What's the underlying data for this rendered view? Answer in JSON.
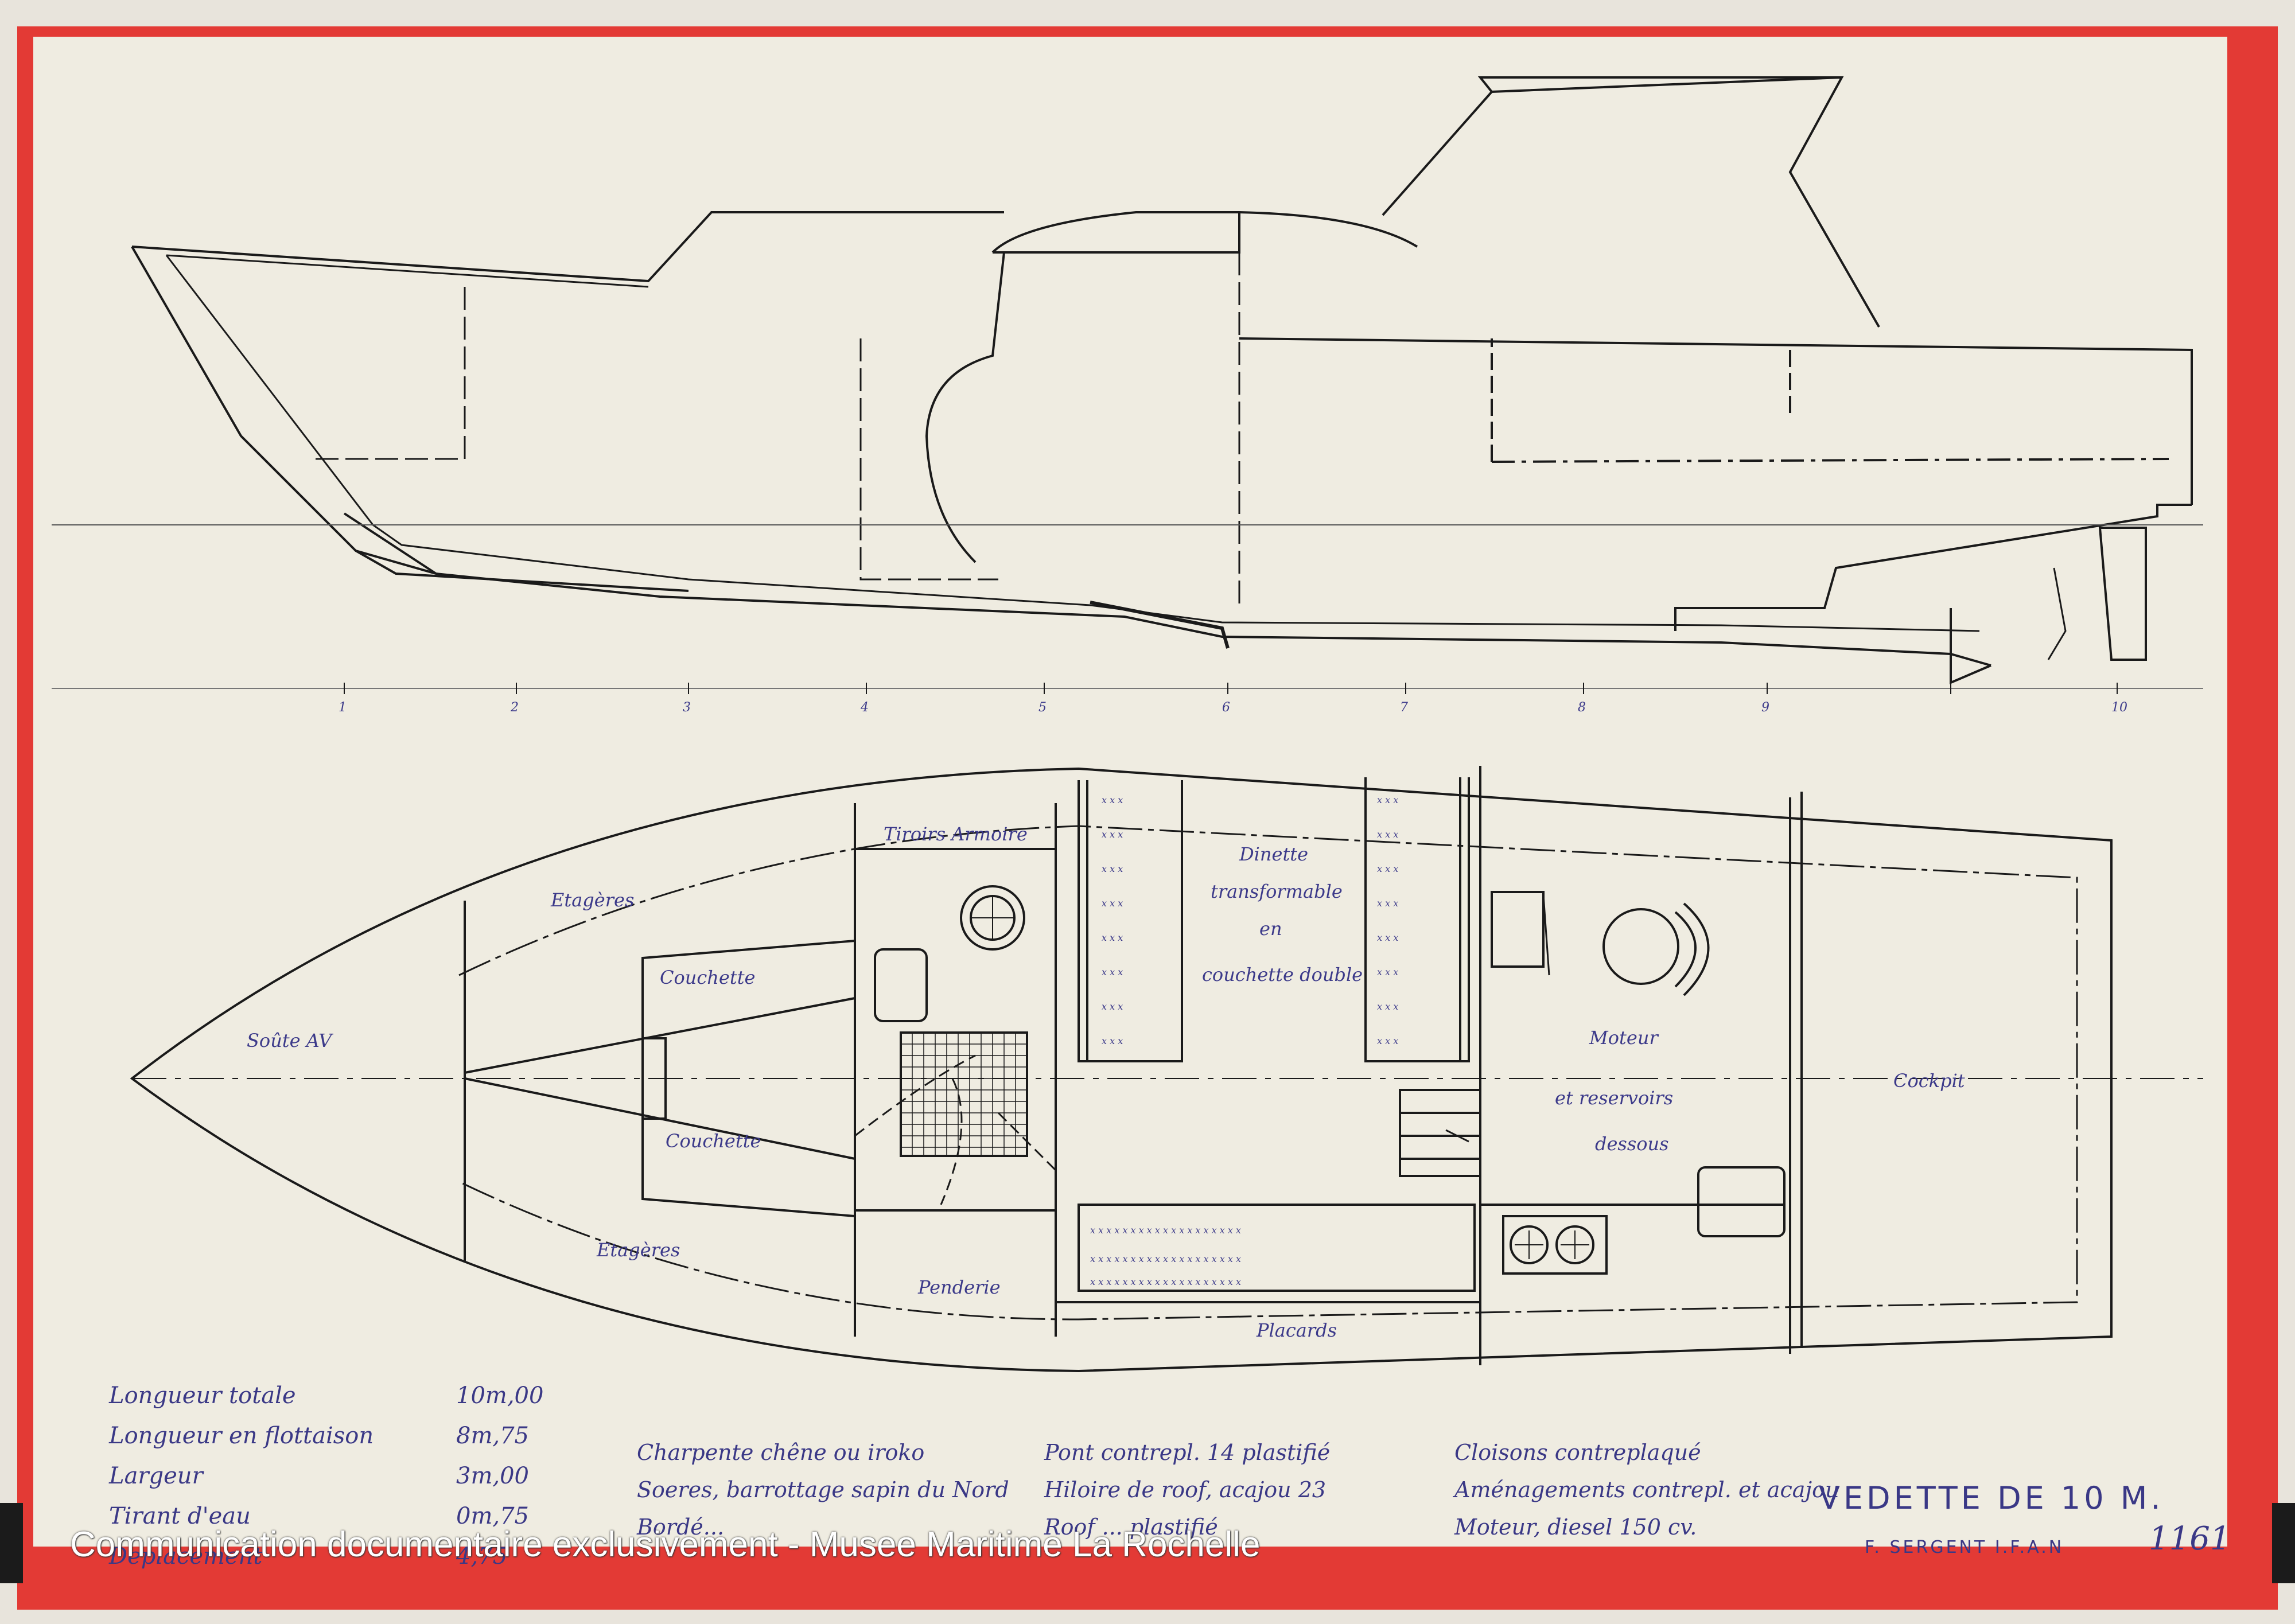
{
  "labels": {
    "tiroirs_armoire": "Tiroirs Armoire",
    "etageres_top": "Etagères",
    "etageres_bottom": "Etagères",
    "couchette_top": "Couchette",
    "couchette_bottom": "Couchette",
    "soute": "Soûte AV",
    "dinette_1": "Dinette",
    "dinette_2": "transformable",
    "dinette_3": "en",
    "dinette_4": "couchette double",
    "moteur_1": "Moteur",
    "moteur_2": "et reservoirs",
    "moteur_3": "dessous",
    "cockpit": "Cockpit",
    "penderie": "Penderie",
    "placards": "Placards"
  },
  "specs": [
    {
      "label": "Longueur totale",
      "value": "10m,00"
    },
    {
      "label": "Longueur en flottaison",
      "value": "8m,75"
    },
    {
      "label": "Largeur",
      "value": "3m,00"
    },
    {
      "label": "Tirant d'eau",
      "value": "0m,75"
    },
    {
      "label": "Deplacement",
      "value": "4,75"
    }
  ],
  "notes": {
    "col1": [
      "Charpente chêne ou iroko",
      "Soeres, barrottage sapin du Nord",
      "Bordé..."
    ],
    "col2": [
      "Pont contrepl. 14 plastifié",
      "Hiloire de roof, acajou 23",
      "Roof ... plastifié"
    ],
    "col3": [
      "Cloisons contreplaqué",
      "Aménagements contrepl. et acajou",
      "Moteur, diesel 150 cv."
    ]
  },
  "title": "VEDETTE DE 10 M.",
  "author": "F. SERGENT I.F.A.N",
  "plan_number": "1161",
  "watermark": "Communication documentaire exclusivement - Musee Maritime La Rochelle",
  "station_numbers": [
    "1",
    "2",
    "3",
    "4",
    "5",
    "6",
    "7",
    "8",
    "9",
    "10"
  ],
  "colors": {
    "border": "#e33a35",
    "paper": "#efece1",
    "ink": "#1a1a1a",
    "handwriting": "#3c3a8a"
  }
}
